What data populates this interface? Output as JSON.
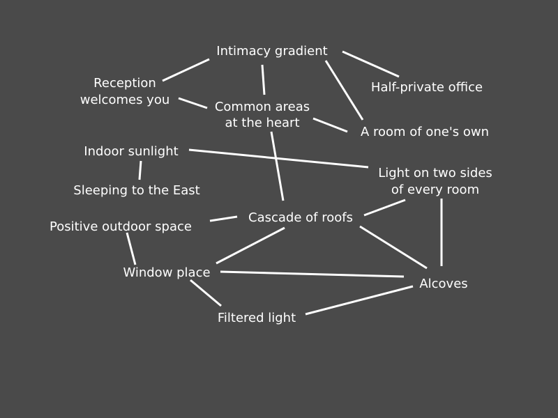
{
  "nodes": {
    "intimacy_gradient": "Intimacy gradient",
    "reception_1": "Reception",
    "reception_2": "welcomes you",
    "half_private_office": "Half-private office",
    "common_areas_1": "Common areas",
    "common_areas_2": "at the heart",
    "room_of_ones_own": "A room of one's own",
    "indoor_sunlight": "Indoor sunlight",
    "light_two_sides_1": "Light on two sides",
    "light_two_sides_2": "of every room",
    "sleeping_east": "Sleeping to the East",
    "cascade_of_roofs": "Cascade of roofs",
    "positive_outdoor_space": "Positive outdoor space",
    "window_place": "Window place",
    "alcoves": "Alcoves",
    "filtered_light": "Filtered light"
  },
  "edges": [
    [
      "Intimacy gradient",
      "Reception welcomes you"
    ],
    [
      "Intimacy gradient",
      "Half-private office"
    ],
    [
      "Intimacy gradient",
      "Common areas at the heart"
    ],
    [
      "Intimacy gradient",
      "A room of one's own"
    ],
    [
      "Reception welcomes you",
      "Common areas at the heart"
    ],
    [
      "Common areas at the heart",
      "A room of one's own"
    ],
    [
      "Common areas at the heart",
      "Cascade of roofs"
    ],
    [
      "Indoor sunlight",
      "Light on two sides of every room"
    ],
    [
      "Indoor sunlight",
      "Sleeping to the East"
    ],
    [
      "Positive outdoor space",
      "Cascade of roofs"
    ],
    [
      "Positive outdoor space",
      "Window place"
    ],
    [
      "Cascade of roofs",
      "Light on two sides of every room"
    ],
    [
      "Cascade of roofs",
      "Window place"
    ],
    [
      "Cascade of roofs",
      "Alcoves"
    ],
    [
      "Light on two sides of every room",
      "Alcoves"
    ],
    [
      "Window place",
      "Alcoves"
    ],
    [
      "Window place",
      "Filtered light"
    ],
    [
      "Filtered light",
      "Alcoves"
    ]
  ]
}
